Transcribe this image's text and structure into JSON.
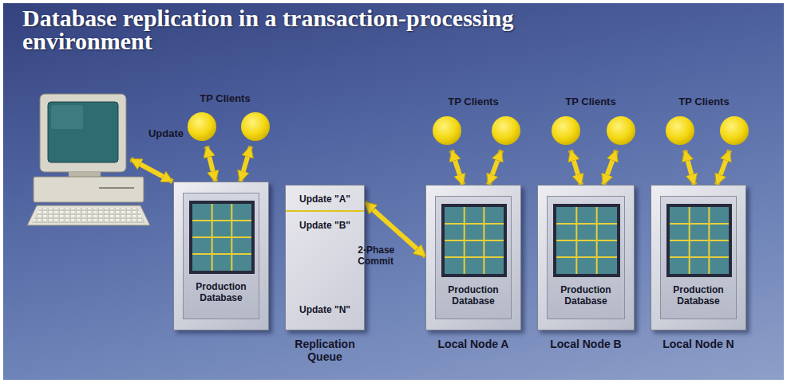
{
  "diagram": {
    "title": "Database replication in a transaction-processing environment",
    "nodes": [
      {
        "text": [
          "Production Database"
        ]
      },
      {
        "text": [
          "Update \"A\"",
          "Update \"B\"",
          "Update \"N\"",
          "Replication Queue"
        ]
      },
      {
        "text": [
          "Production Database",
          "Local Node A"
        ]
      },
      {
        "text": [
          "Production Database",
          "Local Node B"
        ]
      },
      {
        "text": [
          "Production Database",
          "Local Node N"
        ]
      }
    ],
    "edges": [
      {
        "from": 1,
        "to": 2,
        "label": "2-Phase Commit",
        "arrow": "both"
      }
    ],
    "labels": [
      "Update",
      "TP Clients",
      "TP Clients",
      "TP Clients",
      "TP Clients"
    ]
  }
}
